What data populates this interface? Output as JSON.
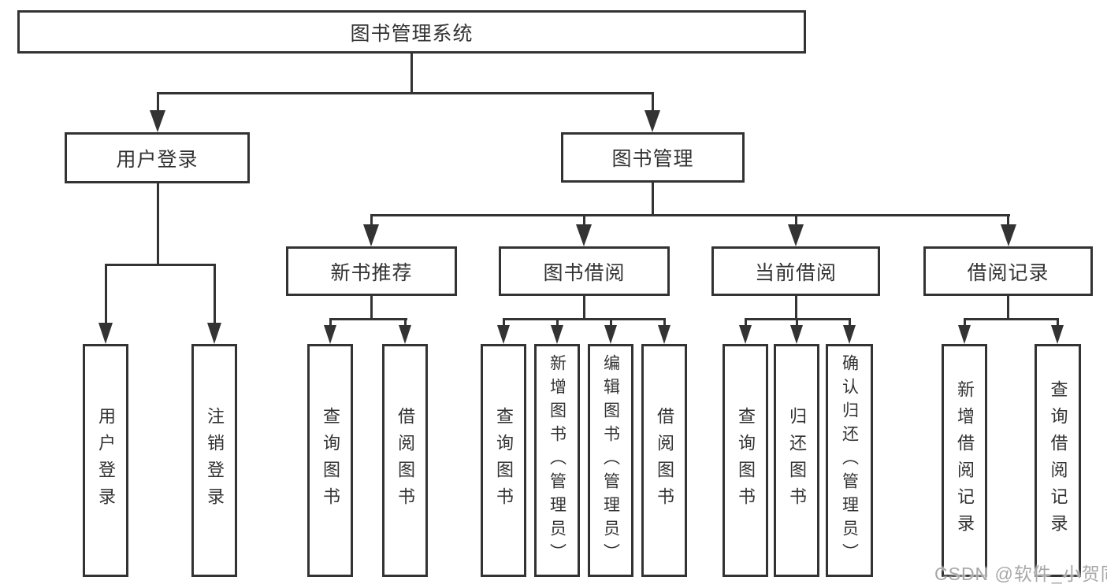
{
  "colors": {
    "background": "#ffffff",
    "line": "#333333",
    "box_border": "#333333",
    "box_fill": "#ffffff",
    "text": "#333333",
    "watermark": "#a8a8a8"
  },
  "watermark": {
    "text": "CSDN @软件_小贺同学"
  },
  "tree": {
    "label": "图书管理系统",
    "children": [
      {
        "label": "用户登录",
        "children": [
          {
            "label": "用户登录"
          },
          {
            "label": "注销登录"
          }
        ]
      },
      {
        "label": "图书管理",
        "children": [
          {
            "label": "新书推荐",
            "children": [
              {
                "label": "查询图书"
              },
              {
                "label": "借阅图书"
              }
            ]
          },
          {
            "label": "图书借阅",
            "children": [
              {
                "label": "查询图书"
              },
              {
                "label": "新增图书（管理员）"
              },
              {
                "label": "编辑图书（管理员）"
              },
              {
                "label": "借阅图书"
              }
            ]
          },
          {
            "label": "当前借阅",
            "children": [
              {
                "label": "查询图书"
              },
              {
                "label": "归还图书"
              },
              {
                "label": "确认归还（管理员）"
              }
            ]
          },
          {
            "label": "借阅记录",
            "children": [
              {
                "label": "新增借阅记录"
              },
              {
                "label": "查询借阅记录"
              }
            ]
          }
        ]
      }
    ]
  }
}
